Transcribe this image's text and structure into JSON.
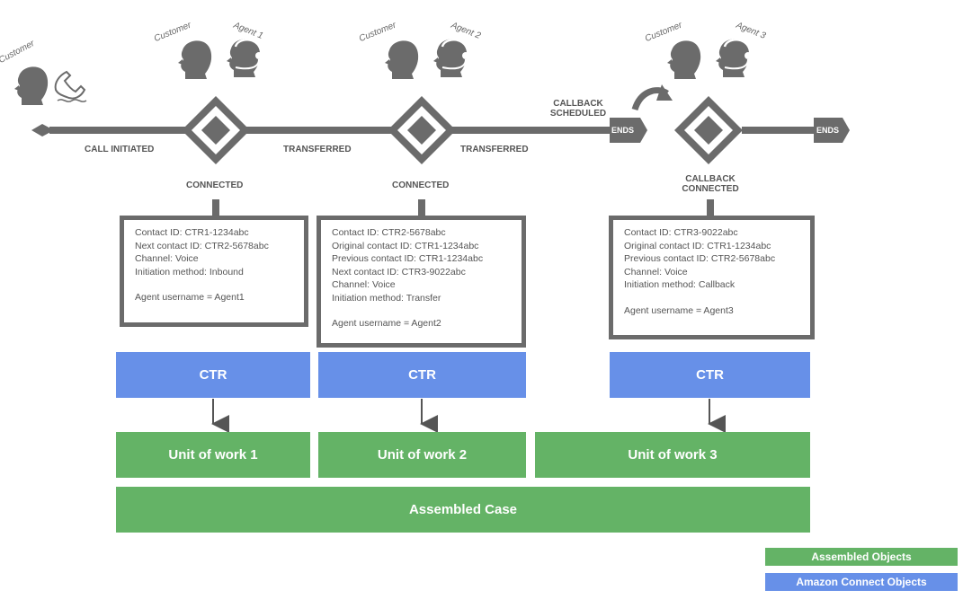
{
  "labels": {
    "customer": "Customer",
    "agent1": "Agent 1",
    "agent2": "Agent 2",
    "agent3": "Agent 3",
    "call_initiated": "CALL INITIATED",
    "transferred": "TRANSFERRED",
    "connected": "CONNECTED",
    "callback_scheduled_1": "CALLBACK",
    "callback_scheduled_2": "SCHEDULED",
    "callback_connected_1": "CALLBACK",
    "callback_connected_2": "CONNECTED",
    "ends": "ENDS"
  },
  "contacts": [
    {
      "lines": [
        "Contact ID: CTR1-1234abc",
        "Next contact ID: CTR2-5678abc",
        "Channel: Voice",
        "Initiation method: Inbound"
      ],
      "agent": "Agent username = Agent1"
    },
    {
      "lines": [
        "Contact ID: CTR2-5678abc",
        "Original contact ID: CTR1-1234abc",
        "Previous contact ID: CTR1-1234abc",
        "Next contact ID: CTR3-9022abc",
        "Channel: Voice",
        "Initiation method: Transfer"
      ],
      "agent": "Agent username = Agent2"
    },
    {
      "lines": [
        "Contact ID: CTR3-9022abc",
        "Original contact ID: CTR1-1234abc",
        "Previous contact ID: CTR2-5678abc",
        "Channel: Voice",
        "Initiation method: Callback"
      ],
      "agent": "Agent username = Agent3"
    }
  ],
  "ctr_label": "CTR",
  "units": [
    "Unit of work 1",
    "Unit of work 2",
    "Unit of work 3"
  ],
  "assembled_case": "Assembled Case",
  "legend": {
    "assembled": "Assembled Objects",
    "amazon_connect": "Amazon Connect Objects"
  },
  "colors": {
    "amazon_connect_blue": "#6790e8",
    "assembled_green": "#64b366",
    "line_gray": "#6b6b6b"
  },
  "icons": [
    "customer-head-icon",
    "agent-headset-icon",
    "phone-icon",
    "diamond-node-icon",
    "curved-arrow-icon",
    "down-arrow-icon"
  ]
}
